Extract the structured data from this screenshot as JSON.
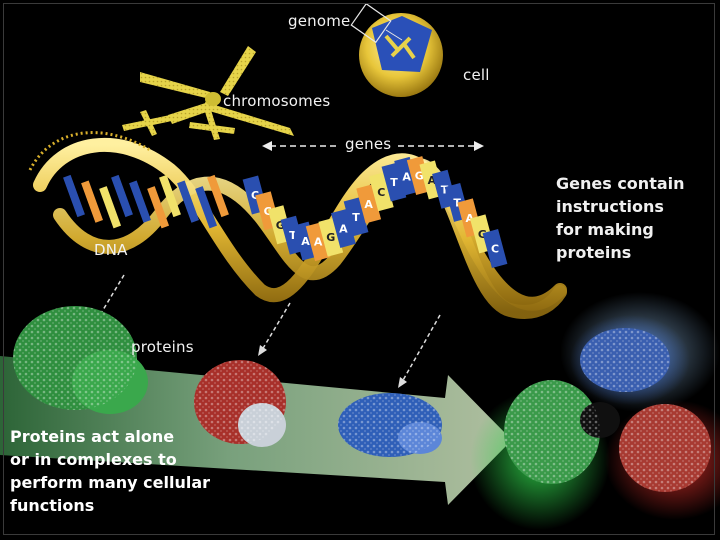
{
  "labels": {
    "genome": "genome",
    "cell": "cell",
    "chromosomes": "chromosomes",
    "genes": "genes",
    "dna": "DNA",
    "proteins": "proteins"
  },
  "genes_note": {
    "lines": [
      "Genes contain",
      "instructions",
      "for making",
      "proteins"
    ]
  },
  "proteins_note": {
    "lines": [
      "Proteins act alone",
      "or in complexes to",
      "perform many cellular",
      "functions"
    ]
  },
  "dna_bases": [
    "C",
    "C",
    "G",
    "T",
    "A",
    "A",
    "G",
    "A",
    "T",
    "A",
    "C",
    "T",
    "A",
    "G",
    "A",
    "T",
    "T",
    "A",
    "G",
    "C"
  ],
  "colors": {
    "background": "#000000",
    "helix_gold": "#e8c440",
    "chromosome_yellow": "#e6d44a",
    "base_blue": "#2a4fb0",
    "base_orange": "#f09a3a",
    "base_yellow": "#f1e26a",
    "protein_green": "#3fae55",
    "protein_red": "#c43a32",
    "protein_blue": "#3f6fc8",
    "arrow_green": "#6aa870"
  }
}
